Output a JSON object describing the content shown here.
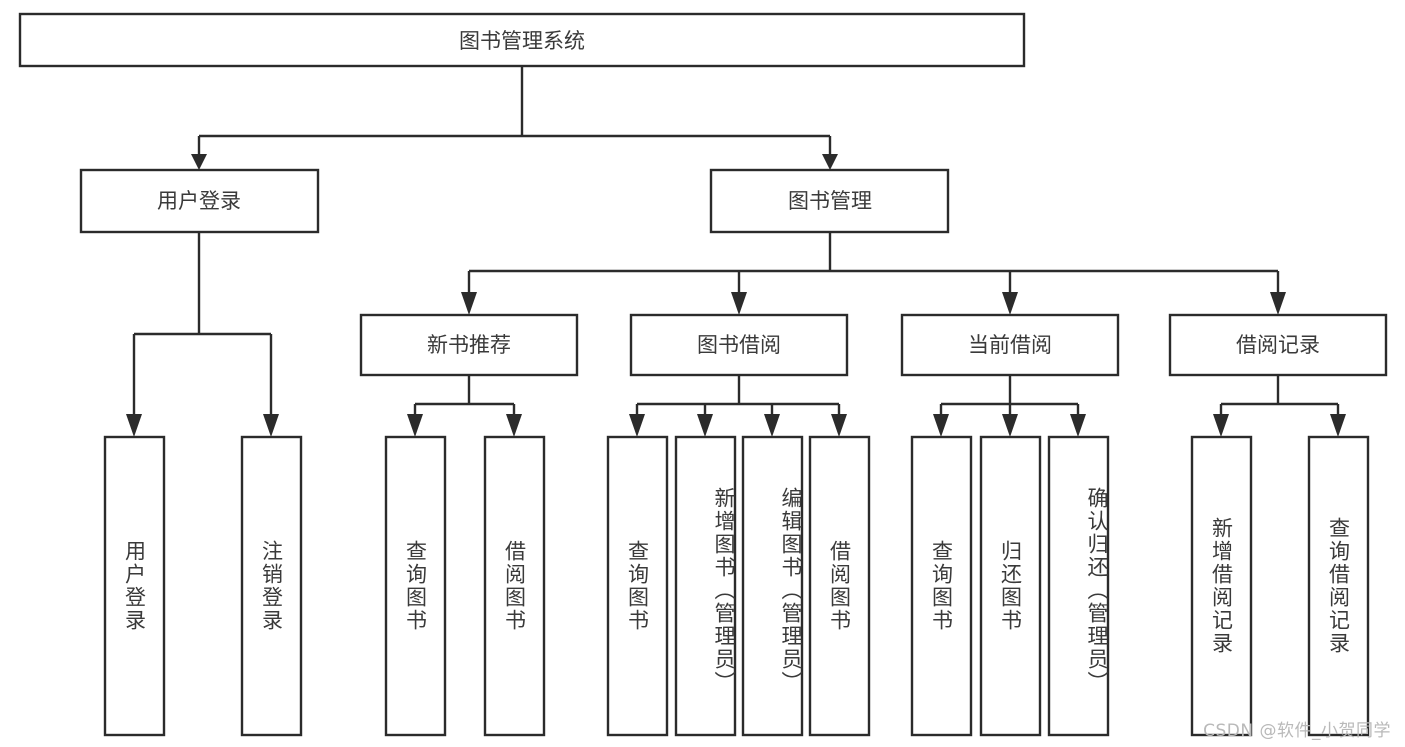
{
  "diagram": {
    "type": "tree-hierarchy-chart",
    "title_node": "图书管理系统",
    "colors": {
      "stroke": "#2b2b2b",
      "text": "#3a3a3a",
      "background": "#ffffff",
      "watermark": "#b9b9b9"
    },
    "levels": {
      "root": {
        "label": "图书管理系统"
      },
      "level2": [
        {
          "label": "用户登录"
        },
        {
          "label": "图书管理"
        }
      ],
      "level3": [
        {
          "label": "新书推荐"
        },
        {
          "label": "图书借阅"
        },
        {
          "label": "当前借阅"
        },
        {
          "label": "借阅记录"
        }
      ],
      "leaves": [
        {
          "label": "用户登录",
          "parent": "用户登录"
        },
        {
          "label": "注销登录",
          "parent": "用户登录"
        },
        {
          "label": "查询图书",
          "parent": "新书推荐"
        },
        {
          "label": "借阅图书",
          "parent": "新书推荐"
        },
        {
          "label": "查询图书",
          "parent": "图书借阅"
        },
        {
          "label": "新增图书（管理员）",
          "parent": "图书借阅"
        },
        {
          "label": "编辑图书（管理员）",
          "parent": "图书借阅"
        },
        {
          "label": "借阅图书",
          "parent": "图书借阅"
        },
        {
          "label": "查询图书",
          "parent": "当前借阅"
        },
        {
          "label": "归还图书",
          "parent": "当前借阅"
        },
        {
          "label": "确认归还（管理员）",
          "parent": "当前借阅"
        },
        {
          "label": "新增借阅记录",
          "parent": "借阅记录"
        },
        {
          "label": "查询借阅记录",
          "parent": "借阅记录"
        }
      ]
    }
  },
  "watermark": {
    "text": "CSDN @软件_小贺同学"
  }
}
